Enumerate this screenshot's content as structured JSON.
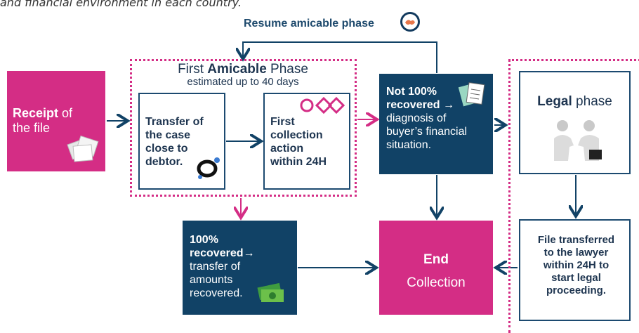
{
  "intro_text": "and financial environment in each country.",
  "resume": {
    "label": "Resume amicable phase",
    "icon": "handshake-icon"
  },
  "receipt": {
    "bold": "Receipt",
    "rest_line1": " of",
    "line2": "the file",
    "icon": "documents-icon"
  },
  "amicable_phase": {
    "title_pre": "First ",
    "title_bold": "Amicable",
    "title_post": " Phase",
    "subtitle": "estimated up to 40 days",
    "transfer_lines": [
      "Transfer of",
      "the case",
      "close to",
      "debtor."
    ],
    "transfer_icon": "network-icon",
    "collection_lines": [
      "First",
      "collection",
      "action",
      "within 24H"
    ],
    "collection_icon": "mail-icon"
  },
  "not_recovered": {
    "lines_bold": [
      "Not 100%",
      "recovered"
    ],
    "arrow": "→",
    "lines": [
      "diagnosis of",
      "buyer’s financial",
      "situation."
    ],
    "icon": "document-icon"
  },
  "legal": {
    "title_bold": "Legal",
    "title_rest": " phase",
    "icon": "handshake-people-icon"
  },
  "recovered": {
    "line1": "100%",
    "line2": "recovered",
    "arrow": "→",
    "lines": [
      "transfer of",
      "amounts",
      "recovered."
    ],
    "icon": "money-icon"
  },
  "end": {
    "title": "End",
    "subtitle": "Collection"
  },
  "lawyer": {
    "lines": [
      "File transferred",
      "to the lawyer",
      "within 24H to",
      "start legal",
      "proceeding."
    ]
  },
  "colors": {
    "magenta": "#d42d85",
    "navy": "#114266",
    "text_dark": "#1e3550"
  }
}
